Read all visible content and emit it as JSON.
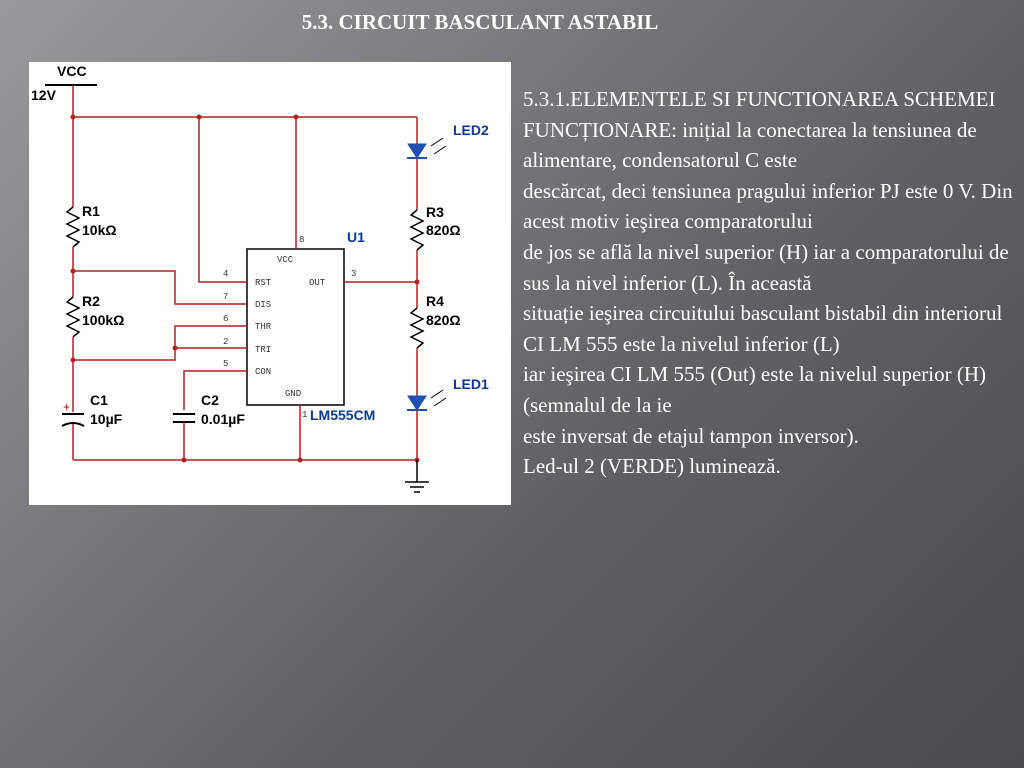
{
  "slide": {
    "title": "5.3. CIRCUIT BASCULANT ASTABIL"
  },
  "schematic": {
    "vcc_label": "VCC",
    "vcc_value": "12V",
    "ic_ref": "U1",
    "ic_part": "LM555CM",
    "ic_pins": {
      "vcc": "VCC",
      "rst": "RST",
      "out": "OUT",
      "dis": "DIS",
      "thr": "THR",
      "tri": "TRI",
      "con": "CON",
      "gnd": "GND"
    },
    "pin_numbers": {
      "p8": "8",
      "p4": "4",
      "p3": "3",
      "p7": "7",
      "p6": "6",
      "p2": "2",
      "p5": "5",
      "p1": "1"
    },
    "components": {
      "r1_ref": "R1",
      "r1_val": "10kΩ",
      "r2_ref": "R2",
      "r2_val": "100kΩ",
      "r3_ref": "R3",
      "r3_val": "820Ω",
      "r4_ref": "R4",
      "r4_val": "820Ω",
      "c1_ref": "C1",
      "c1_val": "10µF",
      "c1_polarity": "+",
      "c2_ref": "C2",
      "c2_val": "0.01µF",
      "led1_ref": "LED1",
      "led2_ref": "LED2"
    },
    "colors": {
      "wire": "#b22222",
      "led": "#1f4fb0",
      "label_blue": "#0a3a9a"
    }
  },
  "content": {
    "lines": [
      "5.3.1.ELEMENTELE SI FUNCTIONAREA SCHEMEI",
      "FUNCȚIONARE: inițial la conectarea la tensiunea de alimentare, condensatorul  C este",
      "descărcat, deci tensiunea pragului inferior PJ este 0 V. Din acest motiv ieşirea comparatorului",
      "de jos se află la nivel superior (H) iar a comparatorului de sus la nivel inferior (L). În această",
      "situație ieşirea circuitului basculant bistabil din interiorul CI LM 555 este la nivelul inferior (L)",
      "iar ieşirea CI LM 555 (Out) este la nivelul superior (H) (semnalul de la ie",
      "este inversat de etajul tampon inversor).",
      "Led-ul 2 (VERDE) luminează."
    ]
  }
}
